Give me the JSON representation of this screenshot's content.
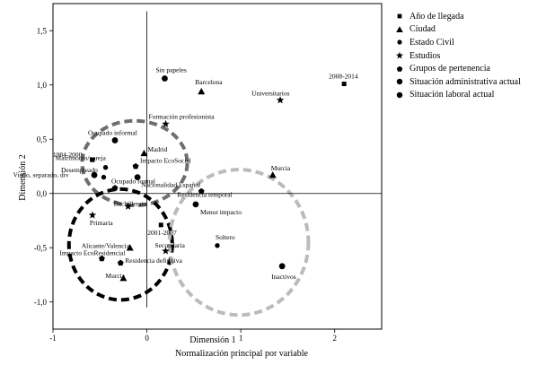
{
  "chart_data": {
    "type": "scatter",
    "xlabel": "Dimensión 1",
    "ylabel": "Dimensión 2",
    "subtitle": "Normalización principal por variable",
    "xlim": [
      -1,
      2.5
    ],
    "ylim": [
      -1.25,
      1.75
    ],
    "x_ticks": [
      "-1",
      "0",
      "1",
      "2"
    ],
    "x_tick_values": [
      -1,
      0,
      1,
      2
    ],
    "y_ticks": [
      "1,5",
      "1,0",
      "0,5",
      "0,0",
      "-0,5",
      "-1,0"
    ],
    "y_tick_values": [
      1.5,
      1.0,
      0.5,
      0.0,
      -0.5,
      -1.0
    ],
    "legend_position": "right",
    "grid": false,
    "series": [
      {
        "name": "Año de llegada",
        "marker": "square",
        "points": [
          {
            "x": 2.1,
            "y": 1.01,
            "label": "2008-2014"
          },
          {
            "x": -0.58,
            "y": 0.31,
            "label": "1984-2000"
          },
          {
            "x": 0.15,
            "y": -0.29,
            "label": "2001-2007"
          }
        ]
      },
      {
        "name": "Ciudad",
        "marker": "triangle",
        "points": [
          {
            "x": 0.58,
            "y": 0.94,
            "label": "Barcelona"
          },
          {
            "x": -0.03,
            "y": 0.37,
            "label": "Madrid"
          },
          {
            "x": 1.34,
            "y": 0.17,
            "label": "Murcia"
          },
          {
            "x": -0.18,
            "y": -0.5,
            "label": "Alicante/Valencia"
          },
          {
            "x": -0.25,
            "y": -0.78,
            "label": "Murcia"
          }
        ]
      },
      {
        "name": "Estado Civil",
        "marker": "circle-small",
        "points": [
          {
            "x": -0.44,
            "y": 0.24,
            "label": "Matrimonio/pareja"
          },
          {
            "x": -0.46,
            "y": 0.15,
            "label": "Viudo, separado, div"
          },
          {
            "x": 0.75,
            "y": -0.48,
            "label": "Soltero"
          }
        ]
      },
      {
        "name": "Estudios",
        "marker": "star",
        "points": [
          {
            "x": 1.42,
            "y": 0.86,
            "label": "Universitarios"
          },
          {
            "x": 0.2,
            "y": 0.64,
            "label": "Formación profesionista"
          },
          {
            "x": -0.2,
            "y": -0.12,
            "label": "Bachillerato"
          },
          {
            "x": -0.58,
            "y": -0.2,
            "label": "Primaria"
          },
          {
            "x": 0.2,
            "y": -0.53,
            "label": "Secundaria"
          }
        ]
      },
      {
        "name": "Grupos de pertenencia",
        "marker": "pentagon",
        "points": [
          {
            "x": -0.12,
            "y": 0.25,
            "label": "Impacto EcoSocial"
          },
          {
            "x": -0.34,
            "y": 0.05,
            "label": "Ocupado formal"
          },
          {
            "x": 0.58,
            "y": 0.02,
            "label": "Residencia temporal"
          },
          {
            "x": -0.48,
            "y": -0.6,
            "label": "Impacto EcoResidencial"
          },
          {
            "x": -0.28,
            "y": -0.64,
            "label": "Residencia definitiva"
          }
        ]
      },
      {
        "name": "Situación administrativa actual",
        "marker": "circle-large",
        "points": [
          {
            "x": 0.19,
            "y": 1.06,
            "label": "Sin papeles"
          },
          {
            "x": -0.56,
            "y": 0.17,
            "label": "Desempleado"
          },
          {
            "x": -0.1,
            "y": 0.15,
            "label": "Nacionalidad Español"
          },
          {
            "x": 0.52,
            "y": -0.1,
            "label": "Menor impacto"
          }
        ]
      },
      {
        "name": "Situación laboral actual",
        "marker": "circle-large",
        "points": [
          {
            "x": -0.34,
            "y": 0.49,
            "label": "Ocupado informal"
          },
          {
            "x": 1.44,
            "y": -0.67,
            "label": "Inactivos"
          }
        ]
      }
    ],
    "ellipses": [
      {
        "color": "#6e6e6e",
        "cx": -0.13,
        "cy": 0.28,
        "rx": 0.56,
        "ry": 0.39
      },
      {
        "color": "#000000",
        "cx": -0.28,
        "cy": -0.47,
        "rx": 0.55,
        "ry": 0.51
      },
      {
        "color": "#bbbbbb",
        "cx": 0.98,
        "cy": -0.45,
        "rx": 0.74,
        "ry": 0.67
      }
    ]
  }
}
